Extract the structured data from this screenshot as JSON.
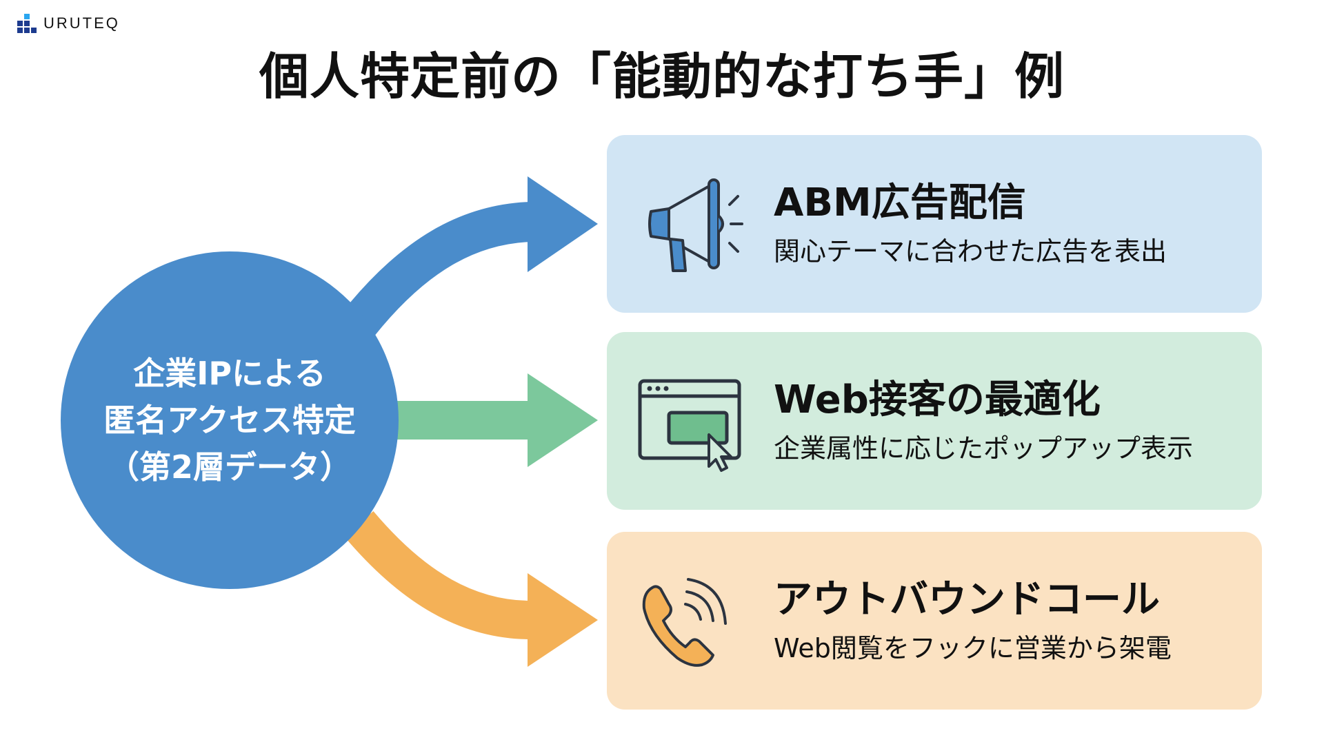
{
  "logo": {
    "text": "URUTEQ",
    "icon": "bar-blocks-logo-icon"
  },
  "title": "個人特定前の「能動的な打ち手」例",
  "hub": {
    "lines": [
      "企業IPによる",
      "匿名アクセス特定",
      "（第2層データ）"
    ],
    "color": "#4a8ccb"
  },
  "arrows": [
    {
      "name": "blue-arrow",
      "color": "#4a8ccb",
      "direction": "curved-up"
    },
    {
      "name": "green-arrow",
      "color": "#7cc89c",
      "direction": "straight"
    },
    {
      "name": "orange-arrow",
      "color": "#f4b157",
      "direction": "curved-down"
    }
  ],
  "cards": [
    {
      "title": "ABM広告配信",
      "subtitle": "関心テーマに合わせた広告を表出",
      "icon": "megaphone-icon",
      "background": "#d1e5f4"
    },
    {
      "title": "Web接客の最適化",
      "subtitle": "企業属性に応じたポップアップ表示",
      "icon": "browser-popup-icon",
      "background": "#d2ecdd"
    },
    {
      "title": "アウトバウンドコール",
      "subtitle": "Web閲覧をフックに営業から架電",
      "icon": "phone-icon",
      "background": "#fbe2c2"
    }
  ]
}
